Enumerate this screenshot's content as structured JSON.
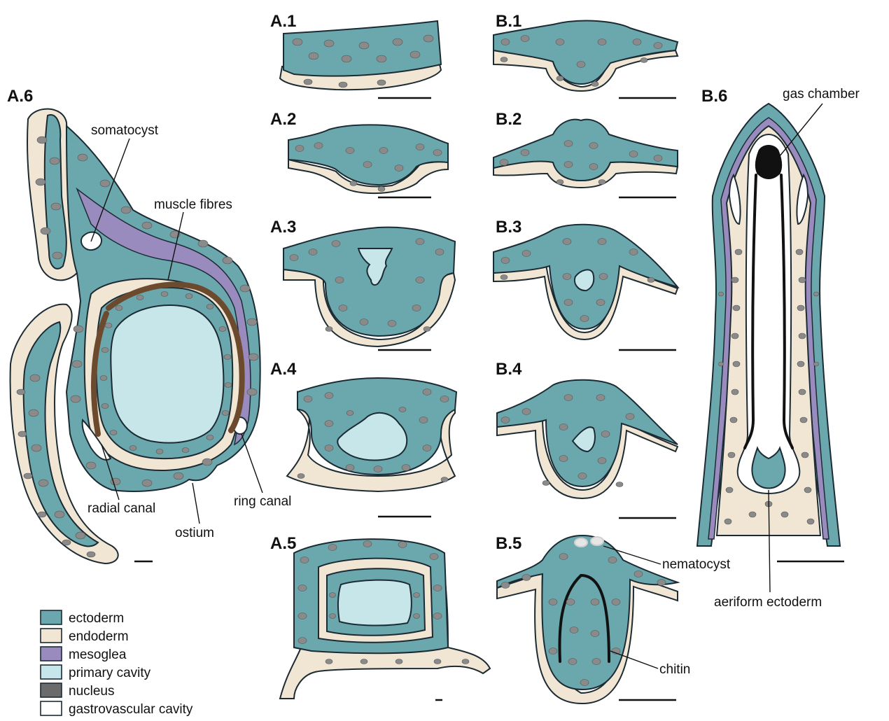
{
  "panels": {
    "a1": "A.1",
    "a2": "A.2",
    "a3": "A.3",
    "a4": "A.4",
    "a5": "A.5",
    "a6": "A.6",
    "b1": "B.1",
    "b2": "B.2",
    "b3": "B.3",
    "b4": "B.4",
    "b5": "B.5",
    "b6": "B.6"
  },
  "annotations": {
    "somatocyst": "somatocyst",
    "muscle_fibres": "muscle fibres",
    "radial_canal": "radial canal",
    "ring_canal": "ring canal",
    "ostium": "ostium",
    "gas_chamber": "gas chamber",
    "nematocyst": "nematocyst",
    "aeriform_ectoderm": "aeriform ectoderm",
    "chitin": "chitin"
  },
  "legend": [
    {
      "label": "ectoderm",
      "color": "#6ba8ae"
    },
    {
      "label": "endoderm",
      "color": "#f1e6d4"
    },
    {
      "label": "mesoglea",
      "color": "#9a8bbf"
    },
    {
      "label": "primary cavity",
      "color": "#c6e6ea"
    },
    {
      "label": "nucleus",
      "color": "#6b6b6b"
    },
    {
      "label": "gastrovascular cavity",
      "color": "#ffffff"
    }
  ]
}
